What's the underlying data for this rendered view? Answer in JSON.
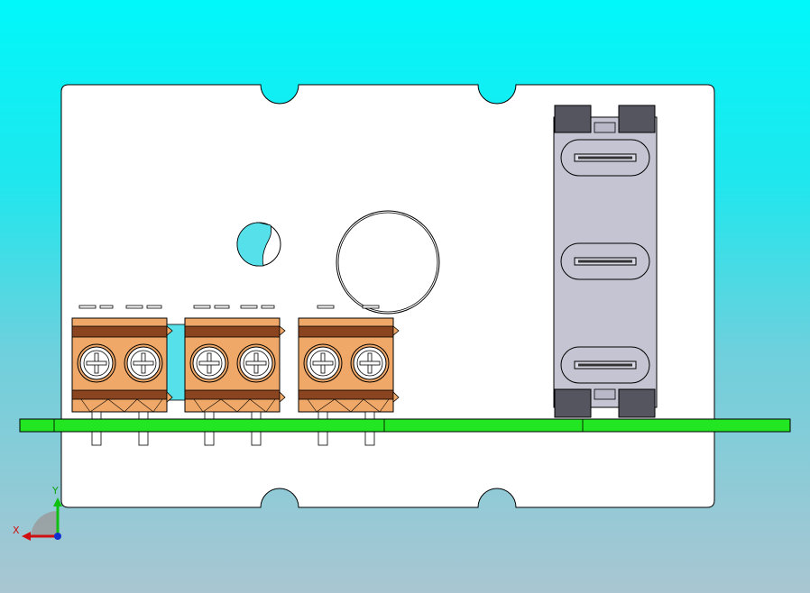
{
  "viewport": {
    "background_top": "#00f8fa",
    "background_bottom": "#a9c6d2"
  },
  "model": {
    "panel_color": "#ffffff",
    "outline_color": "#000000",
    "pcb_color": "#22e622",
    "terminal_block_color": "#f0a868",
    "terminal_stripe_color": "#8a4420",
    "screw_icon": "screw-head-icon",
    "relay_body_color": "#c4c4d2",
    "relay_cap_color": "#555560",
    "hole_fill_color": "#55e0ea",
    "terminal_blocks": 3,
    "screws_per_block": 2,
    "relay_slots": 3
  },
  "triad": {
    "x_label": "X",
    "y_label": "Y",
    "x_color": "#d01010",
    "y_color": "#10c010",
    "z_color": "#1030d0"
  }
}
